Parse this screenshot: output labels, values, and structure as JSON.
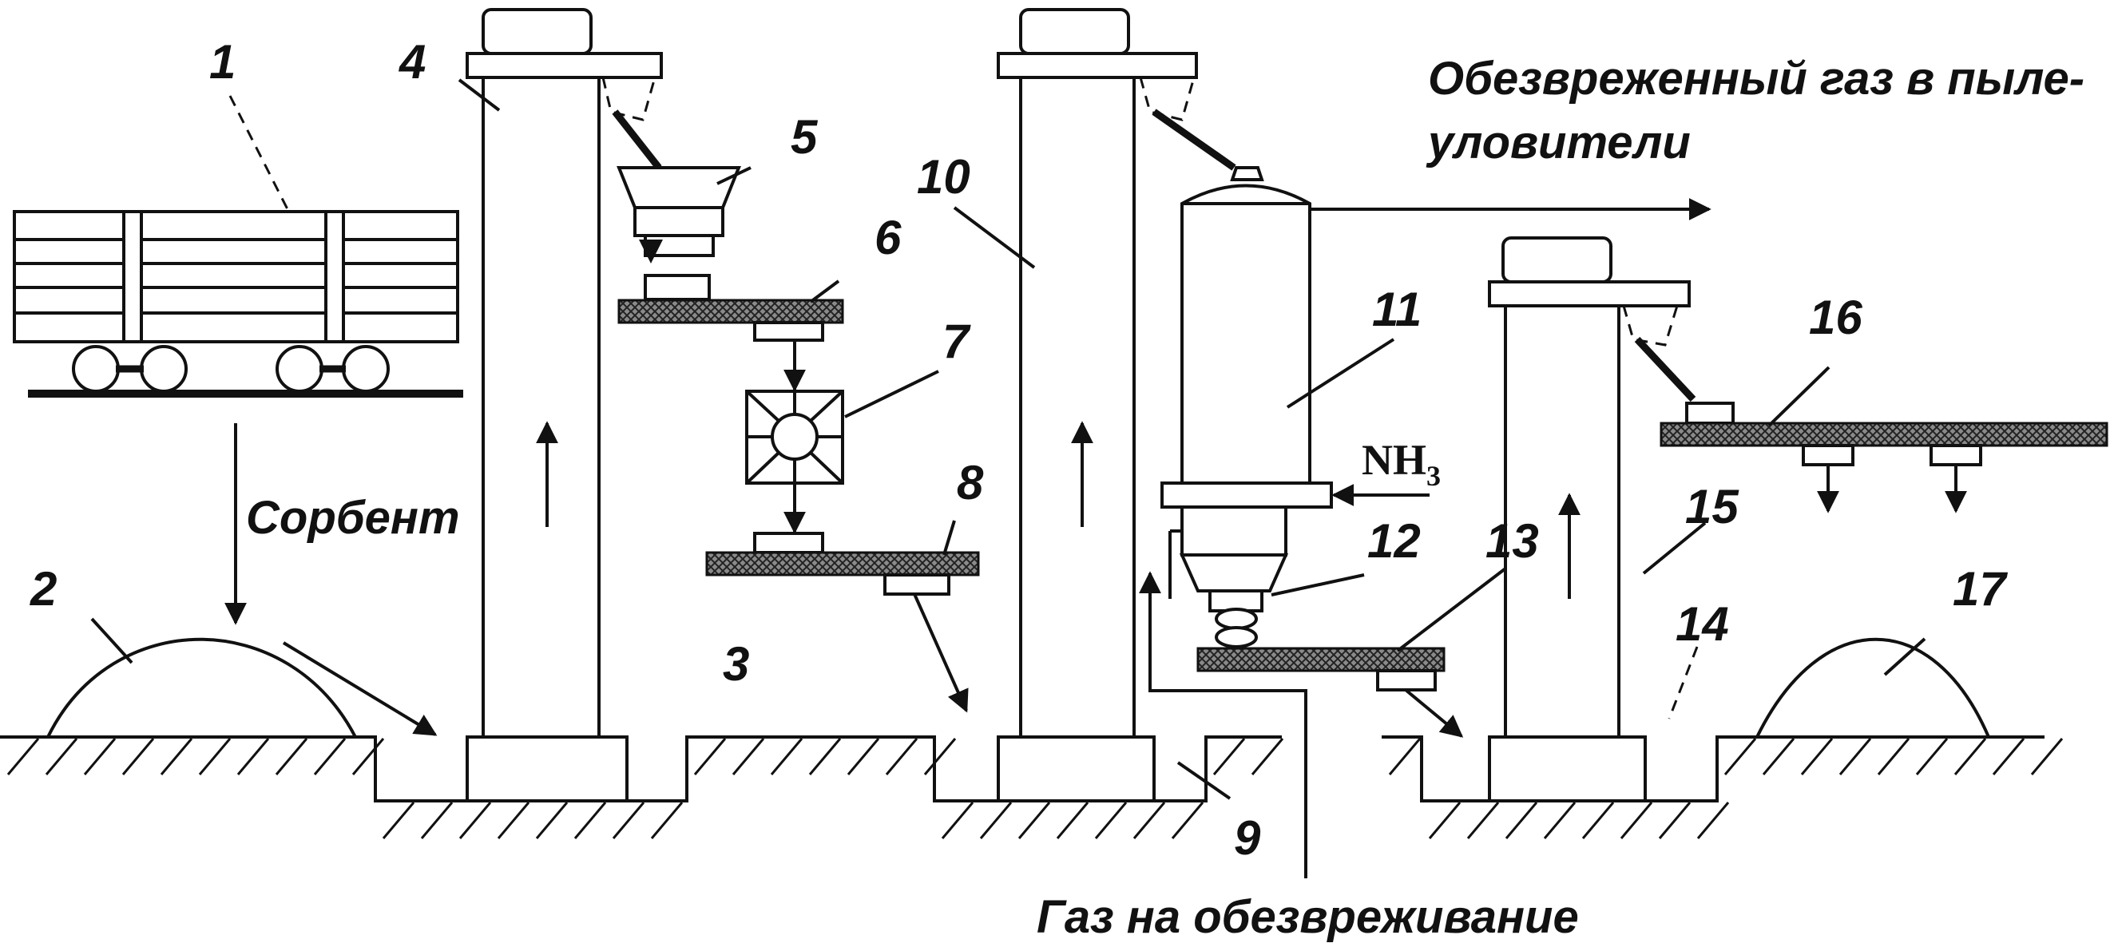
{
  "captions": {
    "clean_gas": [
      "Обезвреженный газ в пыле-",
      "уловители"
    ],
    "sorbent": "Сорбент",
    "gas_in": "Газ на обезвреживание",
    "ammonia": {
      "main": "NH",
      "sub": "3"
    }
  },
  "labels": [
    "1",
    "2",
    "3",
    "4",
    "5",
    "6",
    "7",
    "8",
    "9",
    "10",
    "11",
    "12",
    "13",
    "14",
    "15",
    "16",
    "17"
  ],
  "colors": {
    "ink": "#111111",
    "background": "#ffffff"
  }
}
